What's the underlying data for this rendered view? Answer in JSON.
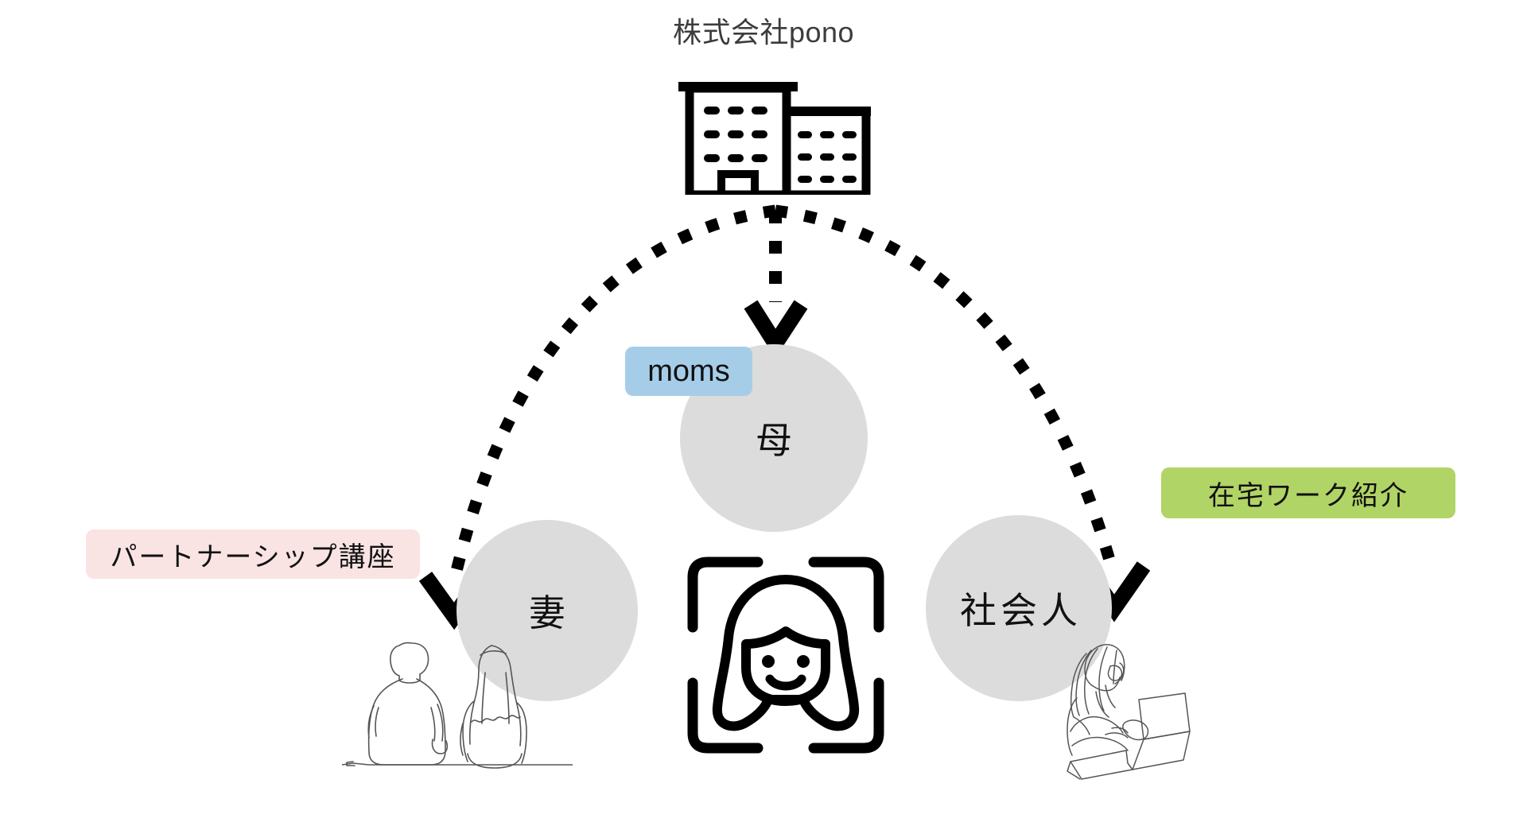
{
  "diagram": {
    "title": "株式会社pono",
    "title_icon": "office-building-icon",
    "background_color": "#ffffff",
    "circle_color": "#dcdcdc",
    "arrow_color": "#000000",
    "roles": [
      {
        "id": "mother",
        "label": "母",
        "tag": "moms",
        "tag_color": "#a6cde8",
        "position": "center"
      },
      {
        "id": "wife",
        "label": "妻",
        "tag": "パートナーシップ講座",
        "tag_color": "#f9e3e3",
        "position": "left"
      },
      {
        "id": "working-adult",
        "label": "社会人",
        "tag": "在宅ワーク紹介",
        "tag_color": "#b1d466",
        "position": "right"
      }
    ],
    "illustrations": [
      {
        "id": "couple-sitting",
        "name": "couple-sitting-line-art"
      },
      {
        "id": "face-id",
        "name": "face-recognition-woman-icon"
      },
      {
        "id": "woman-laptop",
        "name": "woman-with-laptop-line-art"
      }
    ],
    "arrows": [
      {
        "from": "株式会社pono",
        "to": "妻",
        "style": "dotted-curved"
      },
      {
        "from": "株式会社pono",
        "to": "母",
        "style": "dotted-straight"
      },
      {
        "from": "株式会社pono",
        "to": "社会人",
        "style": "dotted-curved"
      }
    ]
  }
}
